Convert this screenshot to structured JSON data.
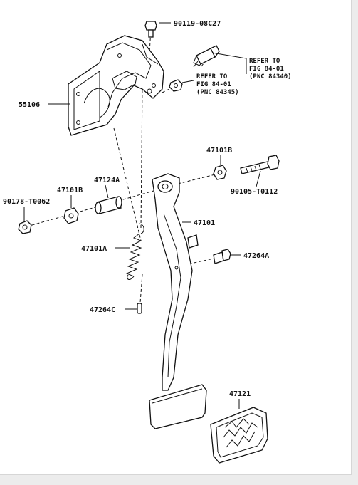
{
  "diagram": {
    "callouts": {
      "bolt_top": "90119-08C27",
      "bracket": "55106",
      "ref_upper_line1": "REFER TO",
      "ref_upper_line2": "FIG 84-01",
      "ref_upper_line3": "(PNC 84340)",
      "ref_lower_line1": "REFER TO",
      "ref_lower_line2": "FIG 84-01",
      "ref_lower_line3": "(PNC 84345)",
      "bushing_right": "47101B",
      "bolt_right": "90105-T0112",
      "collar": "47124A",
      "bushing_left": "47101B",
      "nut_left": "90178-T0062",
      "pedal_arm": "47101",
      "spring": "47101A",
      "stopper_bolt": "47264A",
      "pin": "47264C",
      "pad": "47121"
    }
  }
}
